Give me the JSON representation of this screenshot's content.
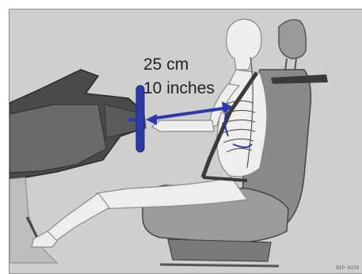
{
  "measurement": {
    "metric": "25 cm",
    "imperial": "10 inches"
  },
  "image_code": "B1P-0378",
  "colors": {
    "background": "#cfcfcf",
    "measure_blue": "#2c3aa8",
    "dashboard": "#4a4a4a",
    "seat": "#8a8a8a",
    "body_outline": "#f2f2f2"
  }
}
